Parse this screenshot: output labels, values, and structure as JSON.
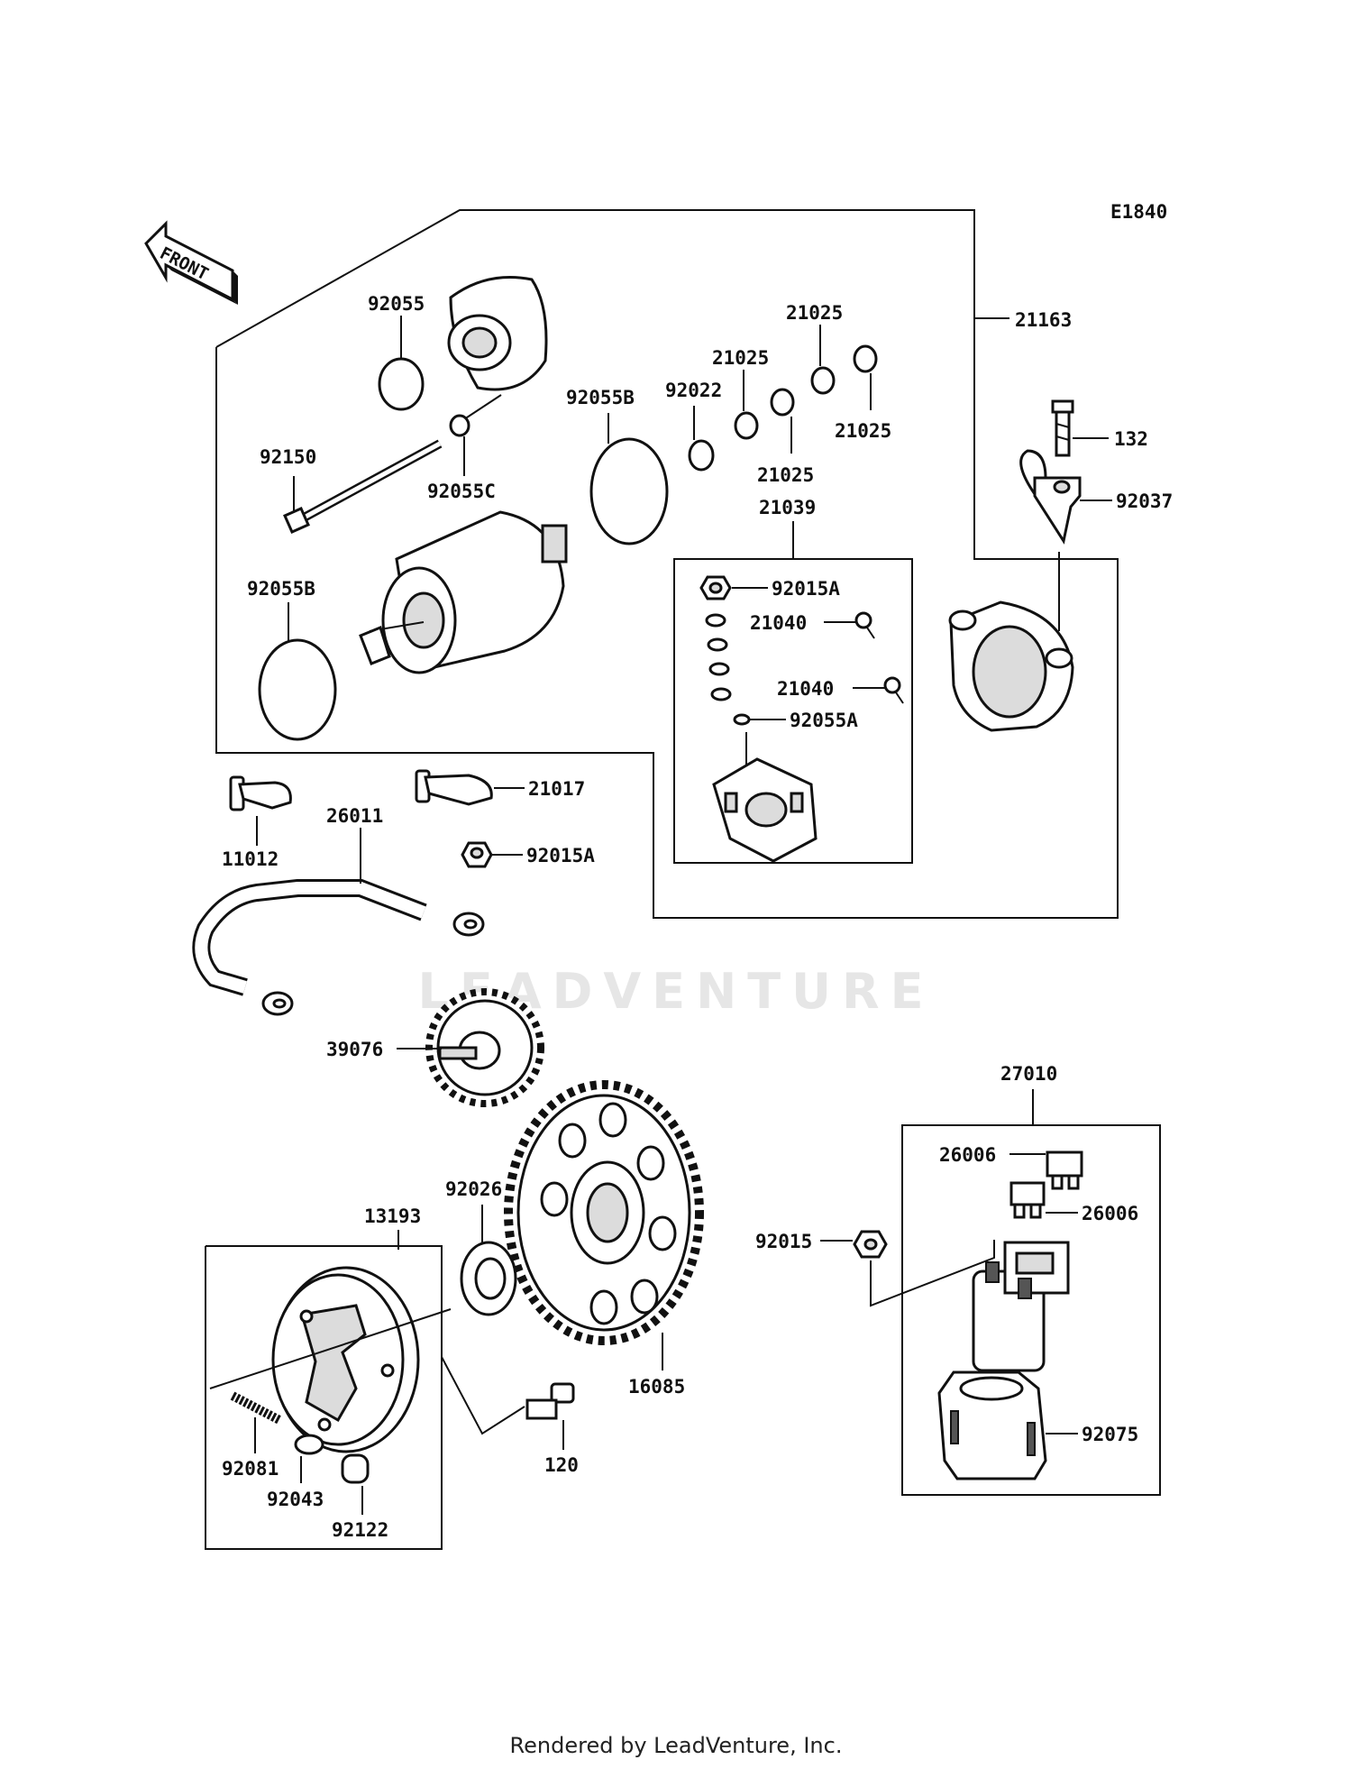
{
  "diagram": {
    "code": "E1840",
    "front_label": "FRONT",
    "watermark": "LEADVENTURE",
    "footer": "Rendered by LeadVenture, Inc.",
    "labels": [
      "92055",
      "92150",
      "92055C",
      "92055B",
      "92055B",
      "92022",
      "21025",
      "21025",
      "21025",
      "21025",
      "21163",
      "132",
      "92037",
      "21039",
      "92015A",
      "21040",
      "21040",
      "92055A",
      "21017",
      "92015A",
      "11012",
      "26011",
      "39076",
      "27010",
      "26006",
      "26006",
      "92015",
      "92075",
      "13193",
      "92026",
      "16085",
      "120",
      "92081",
      "92043",
      "92122"
    ]
  }
}
